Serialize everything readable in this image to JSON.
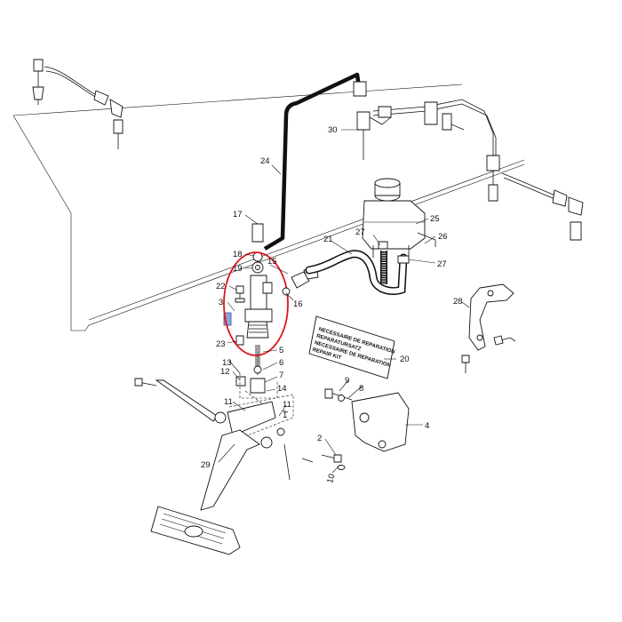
{
  "callouts": {
    "c1": "1",
    "c2": "2",
    "c3": "3",
    "c4": "4",
    "c5": "5",
    "c6": "6",
    "c7": "7",
    "c8": "8",
    "c9": "9",
    "c10": "10",
    "c11a": "11",
    "c11b": "11",
    "c12": "12",
    "c13": "13",
    "c14": "14",
    "c15": "15",
    "c16": "16",
    "c17": "17",
    "c18": "18",
    "c19": "19",
    "c20": "20",
    "c21": "21",
    "c22": "22",
    "c23": "23",
    "c24": "24",
    "c25": "25",
    "c26": "26",
    "c27a": "27",
    "c27b": "27",
    "c28": "28",
    "c29": "29",
    "c30": "30"
  },
  "repair_kit_plate": [
    "NECESSAIRE DE REPARATION",
    "REPARATURSATZ",
    "NECESSAIRE DE REPARATION",
    "REPAIR KIT"
  ],
  "highlight": {
    "color": "#e0141e",
    "item": "22"
  }
}
